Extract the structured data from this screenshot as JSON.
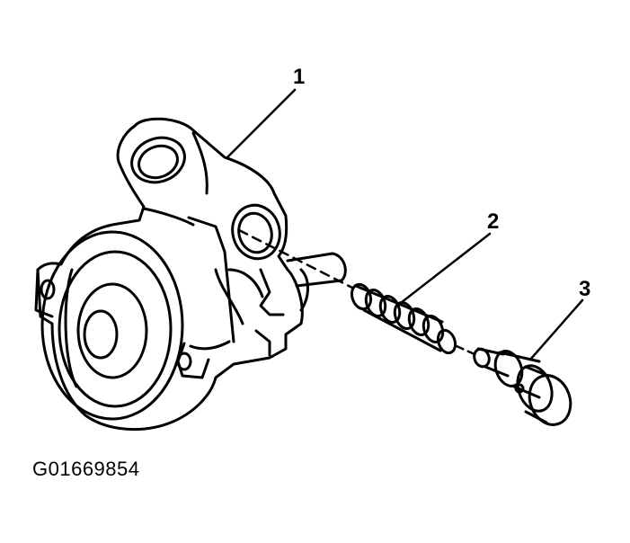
{
  "callouts": [
    {
      "label": "1"
    },
    {
      "label": "2"
    },
    {
      "label": "3"
    }
  ],
  "figure_id": "G01669854",
  "colors": {
    "ink": "#000000",
    "paper": "#ffffff"
  }
}
